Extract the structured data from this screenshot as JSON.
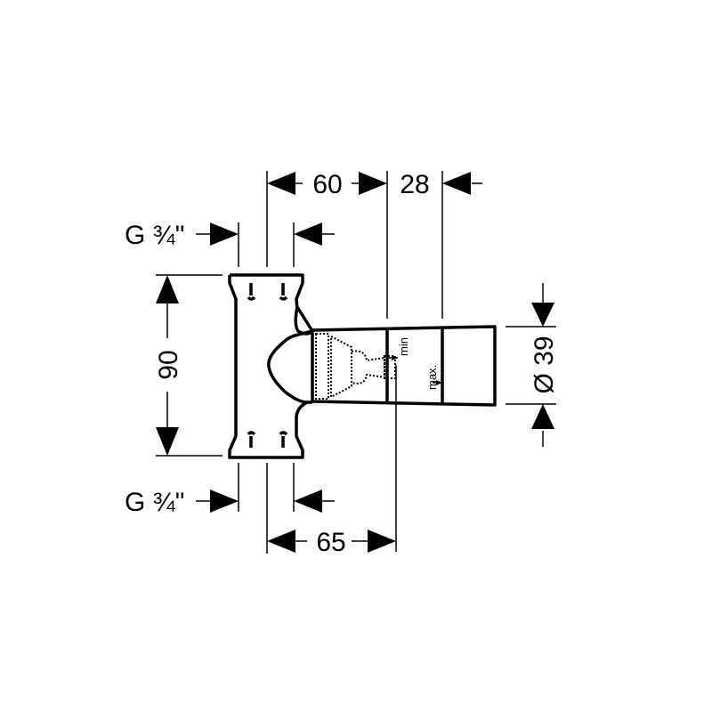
{
  "dimensions": {
    "width_top": "60",
    "length_sleeve": "28",
    "thread_top": "G ¾\"",
    "thread_bottom": "G ¾\"",
    "height": "90",
    "diameter": "Ø 39",
    "depth": "65"
  },
  "labels": {
    "min": "min",
    "max": "max."
  }
}
